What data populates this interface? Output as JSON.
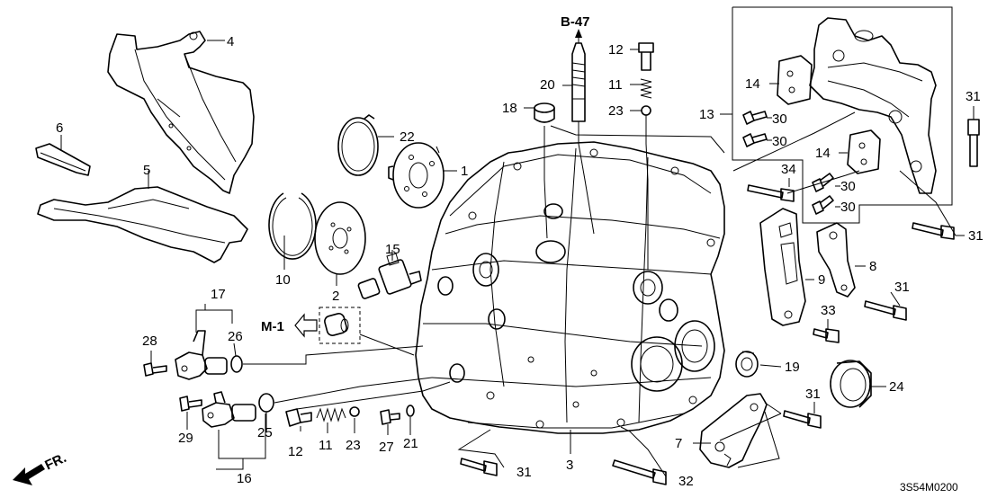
{
  "labels": {
    "l1": "1",
    "l2": "2",
    "l3": "3",
    "l4": "4",
    "l5": "5",
    "l6": "6",
    "l7": "7",
    "l8": "8",
    "l9": "9",
    "l10": "10",
    "l11a": "11",
    "l11b": "11",
    "l12a": "12",
    "l12b": "12",
    "l13": "13",
    "l14a": "14",
    "l14b": "14",
    "l15": "15",
    "l16": "16",
    "l17": "17",
    "l18": "18",
    "l20": "20",
    "l19": "19",
    "l21": "21",
    "l22": "22",
    "l23a": "23",
    "l23b": "23",
    "l24": "24",
    "l25": "25",
    "l26": "26",
    "l27": "27",
    "l28": "28",
    "l29": "29",
    "l30a": "30",
    "l30b": "30",
    "l30c": "30",
    "l30d": "30",
    "l31a": "31",
    "l31b": "31",
    "l31c": "31",
    "l31d": "31",
    "l31e": "31",
    "l32": "32",
    "l33": "33",
    "l34": "34"
  },
  "refs": {
    "b47": "B-47",
    "m1": "M-1",
    "fr": "FR."
  },
  "diagram_code": "3S54M0200"
}
